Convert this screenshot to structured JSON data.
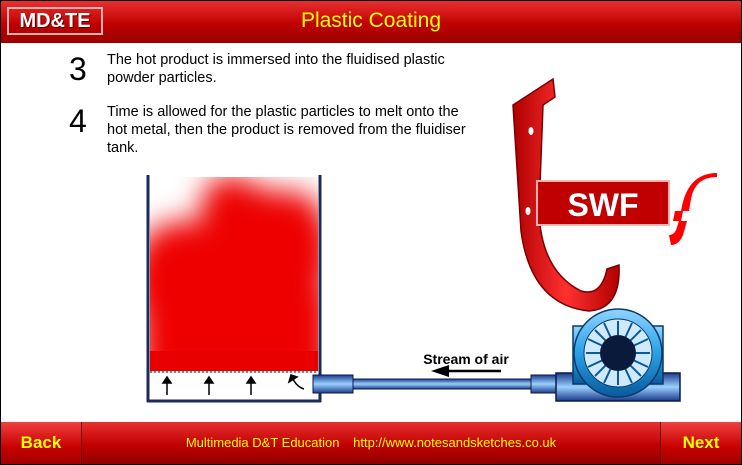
{
  "header": {
    "logo": "MD&TE",
    "title": "Plastic Coating"
  },
  "steps": [
    {
      "number": "3",
      "text": "The hot product is immersed into the fluidised plastic powder particles."
    },
    {
      "number": "4",
      "text": "Time is allowed for the plastic particles to melt onto the hot metal, then the product is removed from the fluidiser tank."
    }
  ],
  "diagram": {
    "air_label": "Stream of air",
    "swf_badge": "SWF"
  },
  "footer": {
    "back_label": "Back",
    "next_label": "Next",
    "org_name": "Multimedia D&T Education",
    "url": "http://www.notesandsketches.co.uk"
  },
  "colors": {
    "brand_red": "#c00000",
    "title_yellow": "#ffff00",
    "powder_red": "#e80000",
    "pump_blue": "#2aa0e8",
    "pipe_blue": "#1a3a8a"
  }
}
